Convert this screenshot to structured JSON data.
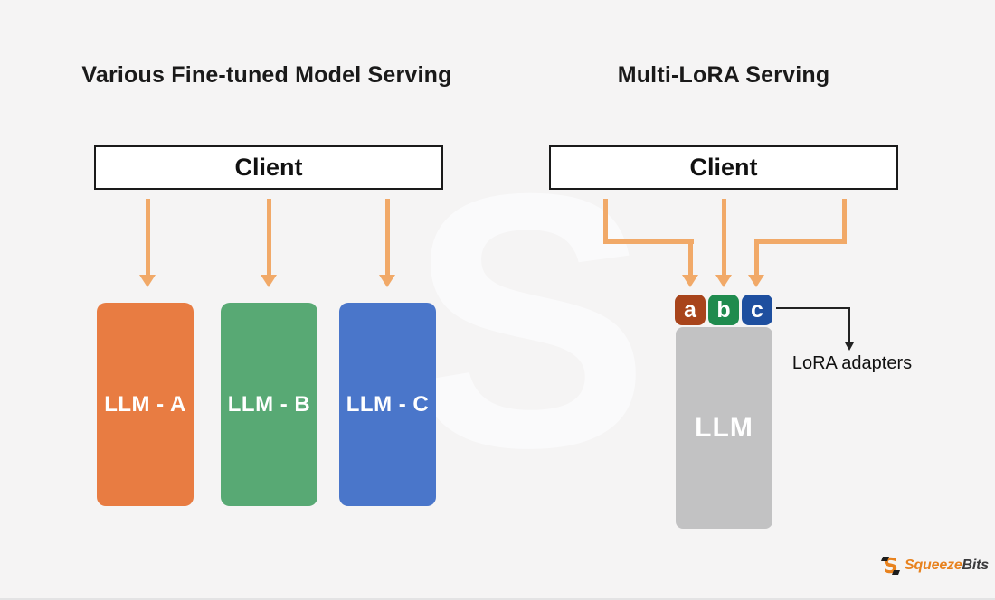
{
  "page": {
    "background_color": "#f5f4f4",
    "watermark_letter": "S"
  },
  "left_panel": {
    "title": "Various Fine-tuned Model Serving",
    "client_label": "Client",
    "models": [
      {
        "label": "LLM - A",
        "color": "#e87c42"
      },
      {
        "label": "LLM - B",
        "color": "#58a974"
      },
      {
        "label": "LLM - C",
        "color": "#4a76ca"
      }
    ]
  },
  "right_panel": {
    "title": "Multi-LoRA Serving",
    "client_label": "Client",
    "adapters": [
      {
        "label": "a",
        "color": "#a8441b"
      },
      {
        "label": "b",
        "color": "#1f8b4e"
      },
      {
        "label": "c",
        "color": "#1e4f9f"
      }
    ],
    "llm_label": "LLM",
    "llm_color": "#c2c2c3",
    "annotation_label": "LoRA adapters"
  },
  "colors": {
    "arrow_orange": "#f1a968",
    "annotation_line": "#222222"
  },
  "footer": {
    "brand_icon": "S",
    "brand_first": "Squeeze",
    "brand_second": "Bits"
  }
}
